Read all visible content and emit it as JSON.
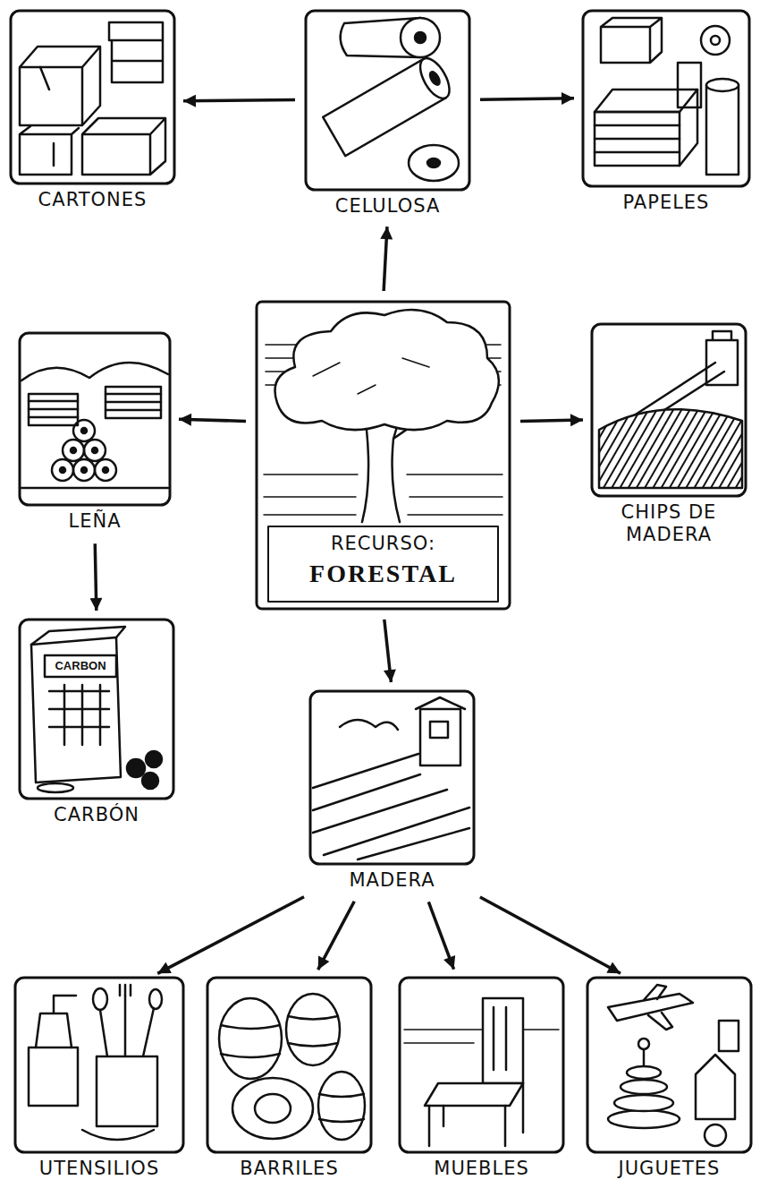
{
  "diagram": {
    "nodes": [
      {
        "text": [
          "CARTONES"
        ]
      },
      {
        "text": [
          "CELULOSA"
        ]
      },
      {
        "text": [
          "PAPELES"
        ]
      },
      {
        "text": [
          "LEÑA"
        ]
      },
      {
        "text": [
          "RECURSO:",
          "FORESTAL"
        ]
      },
      {
        "text": [
          "CHIPS DE MADERA"
        ]
      },
      {
        "text": [
          "CARBÓN"
        ]
      },
      {
        "text": [
          "MADERA"
        ]
      },
      {
        "text": [
          "UTENSILIOS"
        ]
      },
      {
        "text": [
          "BARRILES"
        ]
      },
      {
        "text": [
          "MUEBLES"
        ]
      },
      {
        "text": [
          "JUGUETES"
        ]
      }
    ],
    "edges": [
      {
        "from": 1,
        "to": 0,
        "arrow": "to"
      },
      {
        "from": 1,
        "to": 2,
        "arrow": "to"
      },
      {
        "from": 4,
        "to": 1,
        "arrow": "to"
      },
      {
        "from": 4,
        "to": 3,
        "arrow": "to"
      },
      {
        "from": 4,
        "to": 5,
        "arrow": "to"
      },
      {
        "from": 3,
        "to": 6,
        "arrow": "to"
      },
      {
        "from": 4,
        "to": 7,
        "arrow": "to"
      },
      {
        "from": 7,
        "to": 8,
        "arrow": "to"
      },
      {
        "from": 7,
        "to": 9,
        "arrow": "to"
      },
      {
        "from": 7,
        "to": 10,
        "arrow": "to"
      },
      {
        "from": 7,
        "to": 11,
        "arrow": "to"
      }
    ],
    "labels": [
      "CARBON"
    ]
  }
}
